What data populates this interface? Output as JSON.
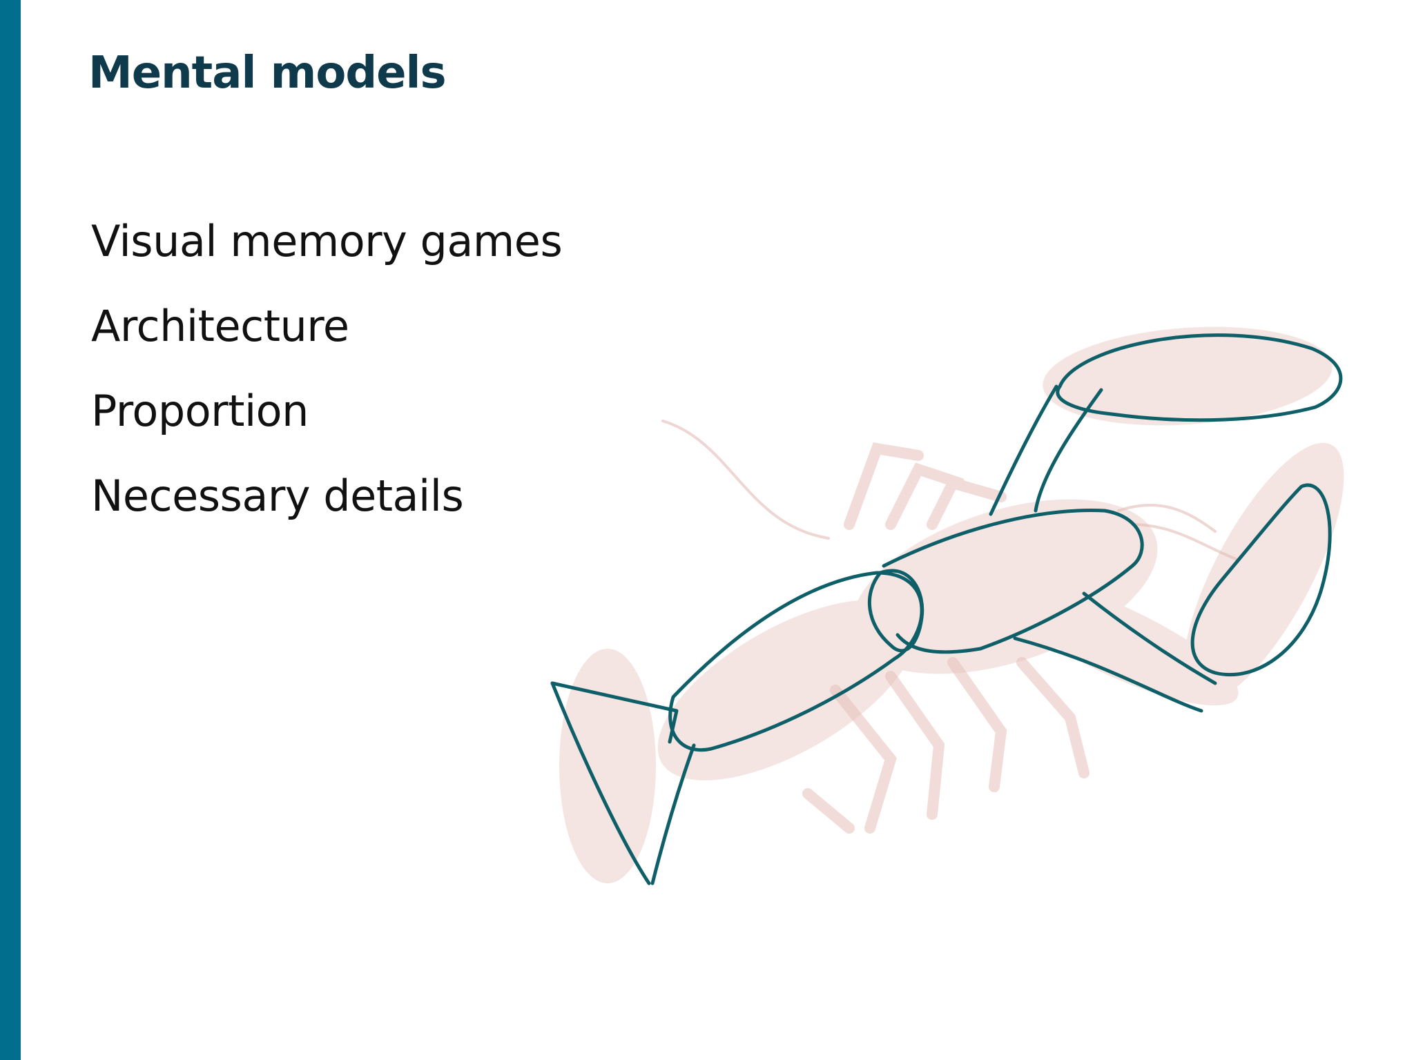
{
  "slide": {
    "title": "Mental models",
    "bullets": [
      "Visual memory games",
      "Architecture",
      "Proportion",
      "Necessary details"
    ]
  },
  "colors": {
    "accent_bar": "#006e8c",
    "title": "#0e3a4c",
    "body_text": "#111111",
    "sketch_stroke": "#0f5f68",
    "photo_tint": "#e8c9c4"
  },
  "illustration": {
    "subject": "lobster-sketch-icon"
  }
}
